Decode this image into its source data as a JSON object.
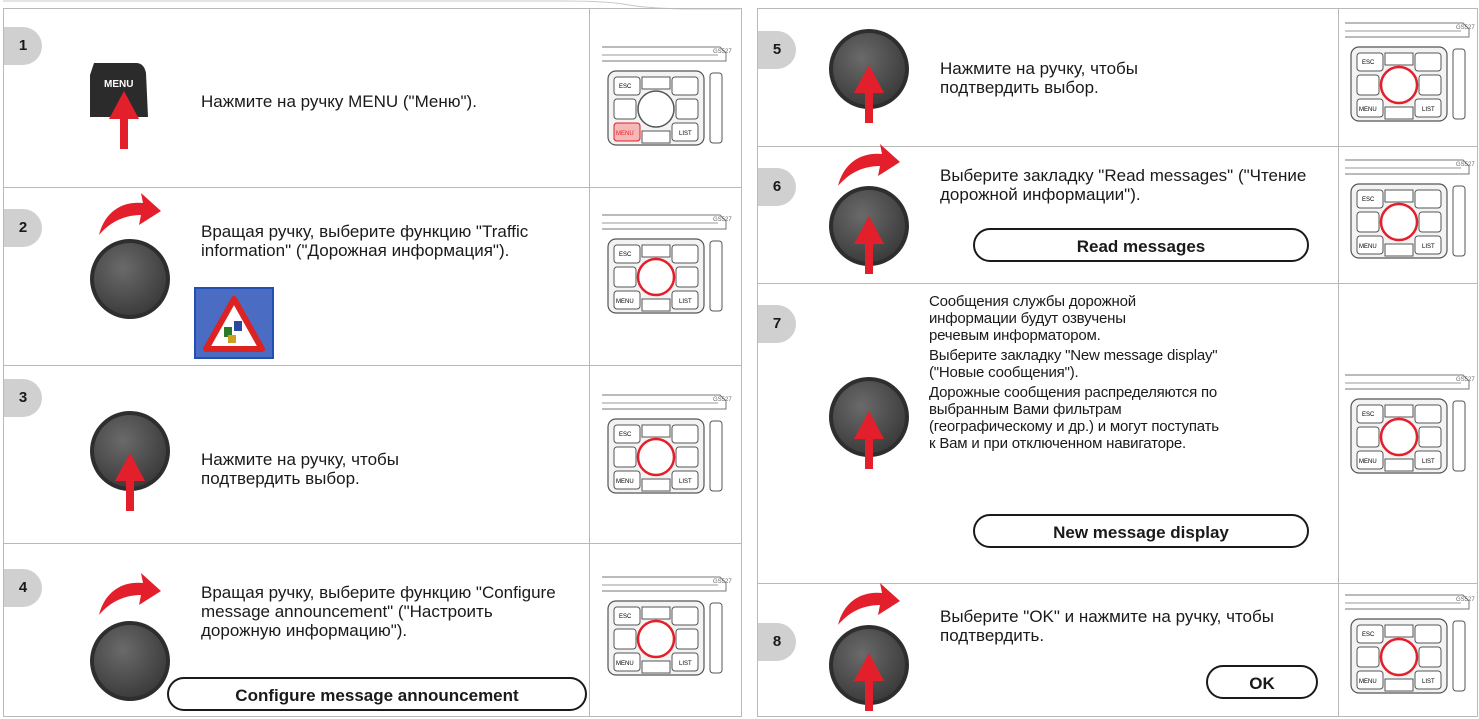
{
  "colors": {
    "accent_red": "#e31f2b",
    "knob_dark": "#505050",
    "badge_grey": "#d0d0d0"
  },
  "panel_labels": {
    "esc": "ESC",
    "menu": "MENU",
    "list": "LIST",
    "code": "GS527"
  },
  "icons": [
    "menu-key-icon",
    "knob-icon",
    "rotate-arrow-icon",
    "press-arrow-icon",
    "traffic-warning-icon",
    "control-panel-icon"
  ],
  "steps": [
    {
      "num": "1",
      "text": "Нажмите на ручку MENU (\"Меню\").",
      "key_label": "MENU"
    },
    {
      "num": "2",
      "text": "Вращая ручку, выберите функцию \"Traffic information\" (\"Дорожная информация\")."
    },
    {
      "num": "3",
      "text": "Нажмите на ручку, чтобы подтвердить выбор."
    },
    {
      "num": "4",
      "text": "Вращая ручку, выберите функцию \"Configure message announcement\" (\"Настроить дорожную информацию\").",
      "button": "Configure message announcement"
    },
    {
      "num": "5",
      "text": "Нажмите на ручку, чтобы подтвердить выбор."
    },
    {
      "num": "6",
      "text": "Выберите закладку \"Read messages\" (\"Чтение дорожной информации\").",
      "button": "Read messages"
    },
    {
      "num": "7",
      "text_1": "Сообщения службы дорожной информации будут озвучены речевым информатором.",
      "text_2": "Выберите закладку \"New message display\" (\"Новые сообщения\").",
      "text_3": "Дорожные сообщения распределяются по выбранным Вами фильтрам (географическому и др.) и могут поступать к Вам и при отключенном навигаторе.",
      "button": "New message display"
    },
    {
      "num": "8",
      "text": "Выберите \"OK\" и нажмите на ручку, чтобы подтвердить.",
      "button": "OK"
    }
  ]
}
